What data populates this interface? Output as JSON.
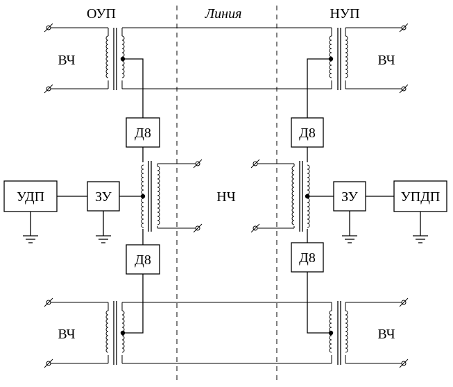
{
  "labels": {
    "oup": "ОУП",
    "liniya": "Линия",
    "nup": "НУП",
    "vch": "ВЧ",
    "nch": "НЧ",
    "d8": "Д8",
    "zu": "ЗУ",
    "udp": "УДП",
    "updp": "УПДП"
  }
}
